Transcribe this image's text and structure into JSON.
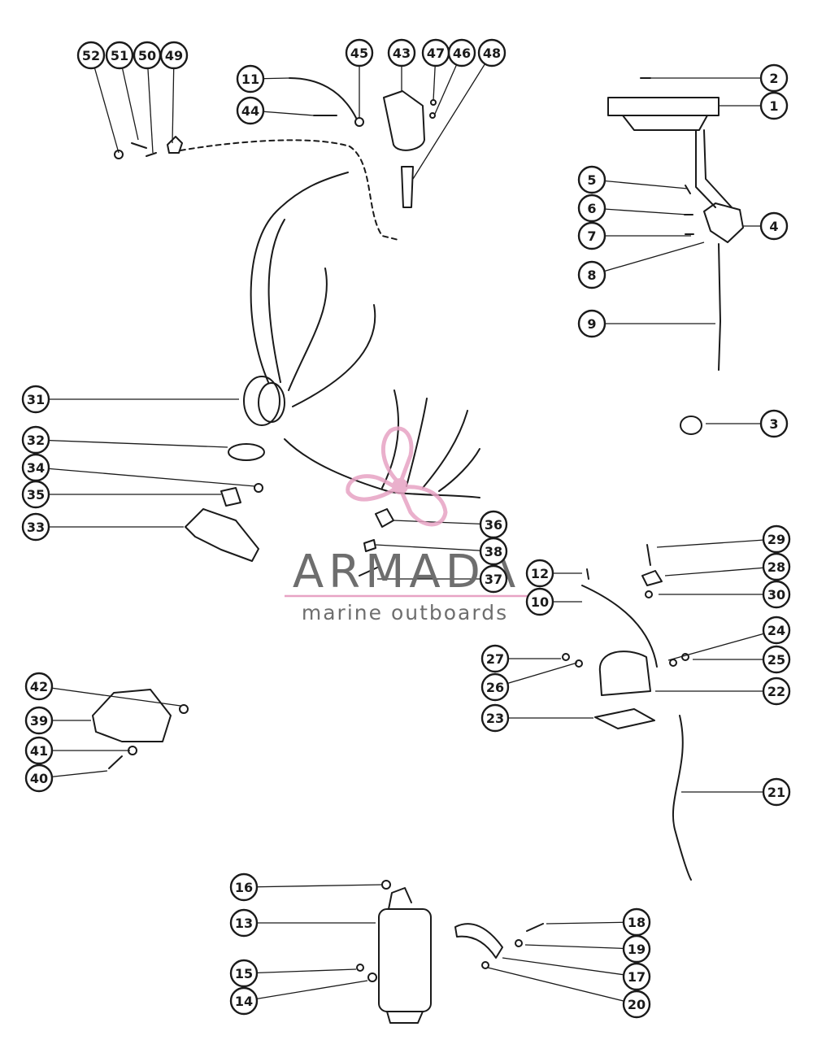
{
  "watermark": {
    "brand": "ARMADA",
    "tagline": "marine outboards",
    "brand_color": "#6e6e6e",
    "accent_color": "#e7a3c4"
  },
  "callouts": {
    "1": "1",
    "2": "2",
    "3": "3",
    "4": "4",
    "5": "5",
    "6": "6",
    "7": "7",
    "8": "8",
    "9": "9",
    "10": "10",
    "11": "11",
    "12": "12",
    "13": "13",
    "14": "14",
    "15": "15",
    "16": "16",
    "17": "17",
    "18": "18",
    "19": "19",
    "20": "20",
    "21": "21",
    "22": "22",
    "23": "23",
    "24": "24",
    "25": "25",
    "26": "26",
    "27": "27",
    "28": "28",
    "29": "29",
    "30": "30",
    "31": "31",
    "32": "32",
    "33": "33",
    "34": "34",
    "35": "35",
    "36": "36",
    "37": "37",
    "38": "38",
    "39": "39",
    "40": "40",
    "41": "41",
    "42": "42",
    "43": "43",
    "44": "44",
    "45": "45",
    "46": "46",
    "47": "47",
    "48": "48",
    "49": "49",
    "50": "50",
    "51": "51",
    "52": "52"
  },
  "colors": {
    "ink": "#1a1a1a",
    "paper": "#ffffff"
  }
}
